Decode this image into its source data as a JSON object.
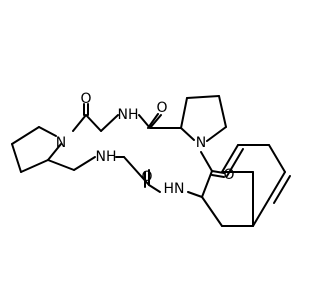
{
  "structure": {
    "atoms": [
      {
        "id": "o1",
        "label": "O"
      },
      {
        "id": "nh1",
        "label": "NH"
      },
      {
        "id": "o2",
        "label": "O"
      },
      {
        "id": "n1",
        "label": "N"
      },
      {
        "id": "n2",
        "label": "N"
      },
      {
        "id": "nh2",
        "label": "NH"
      },
      {
        "id": "o3",
        "label": "O"
      },
      {
        "id": "o4",
        "label": "O"
      },
      {
        "id": "hn1",
        "label": "HN"
      }
    ]
  }
}
